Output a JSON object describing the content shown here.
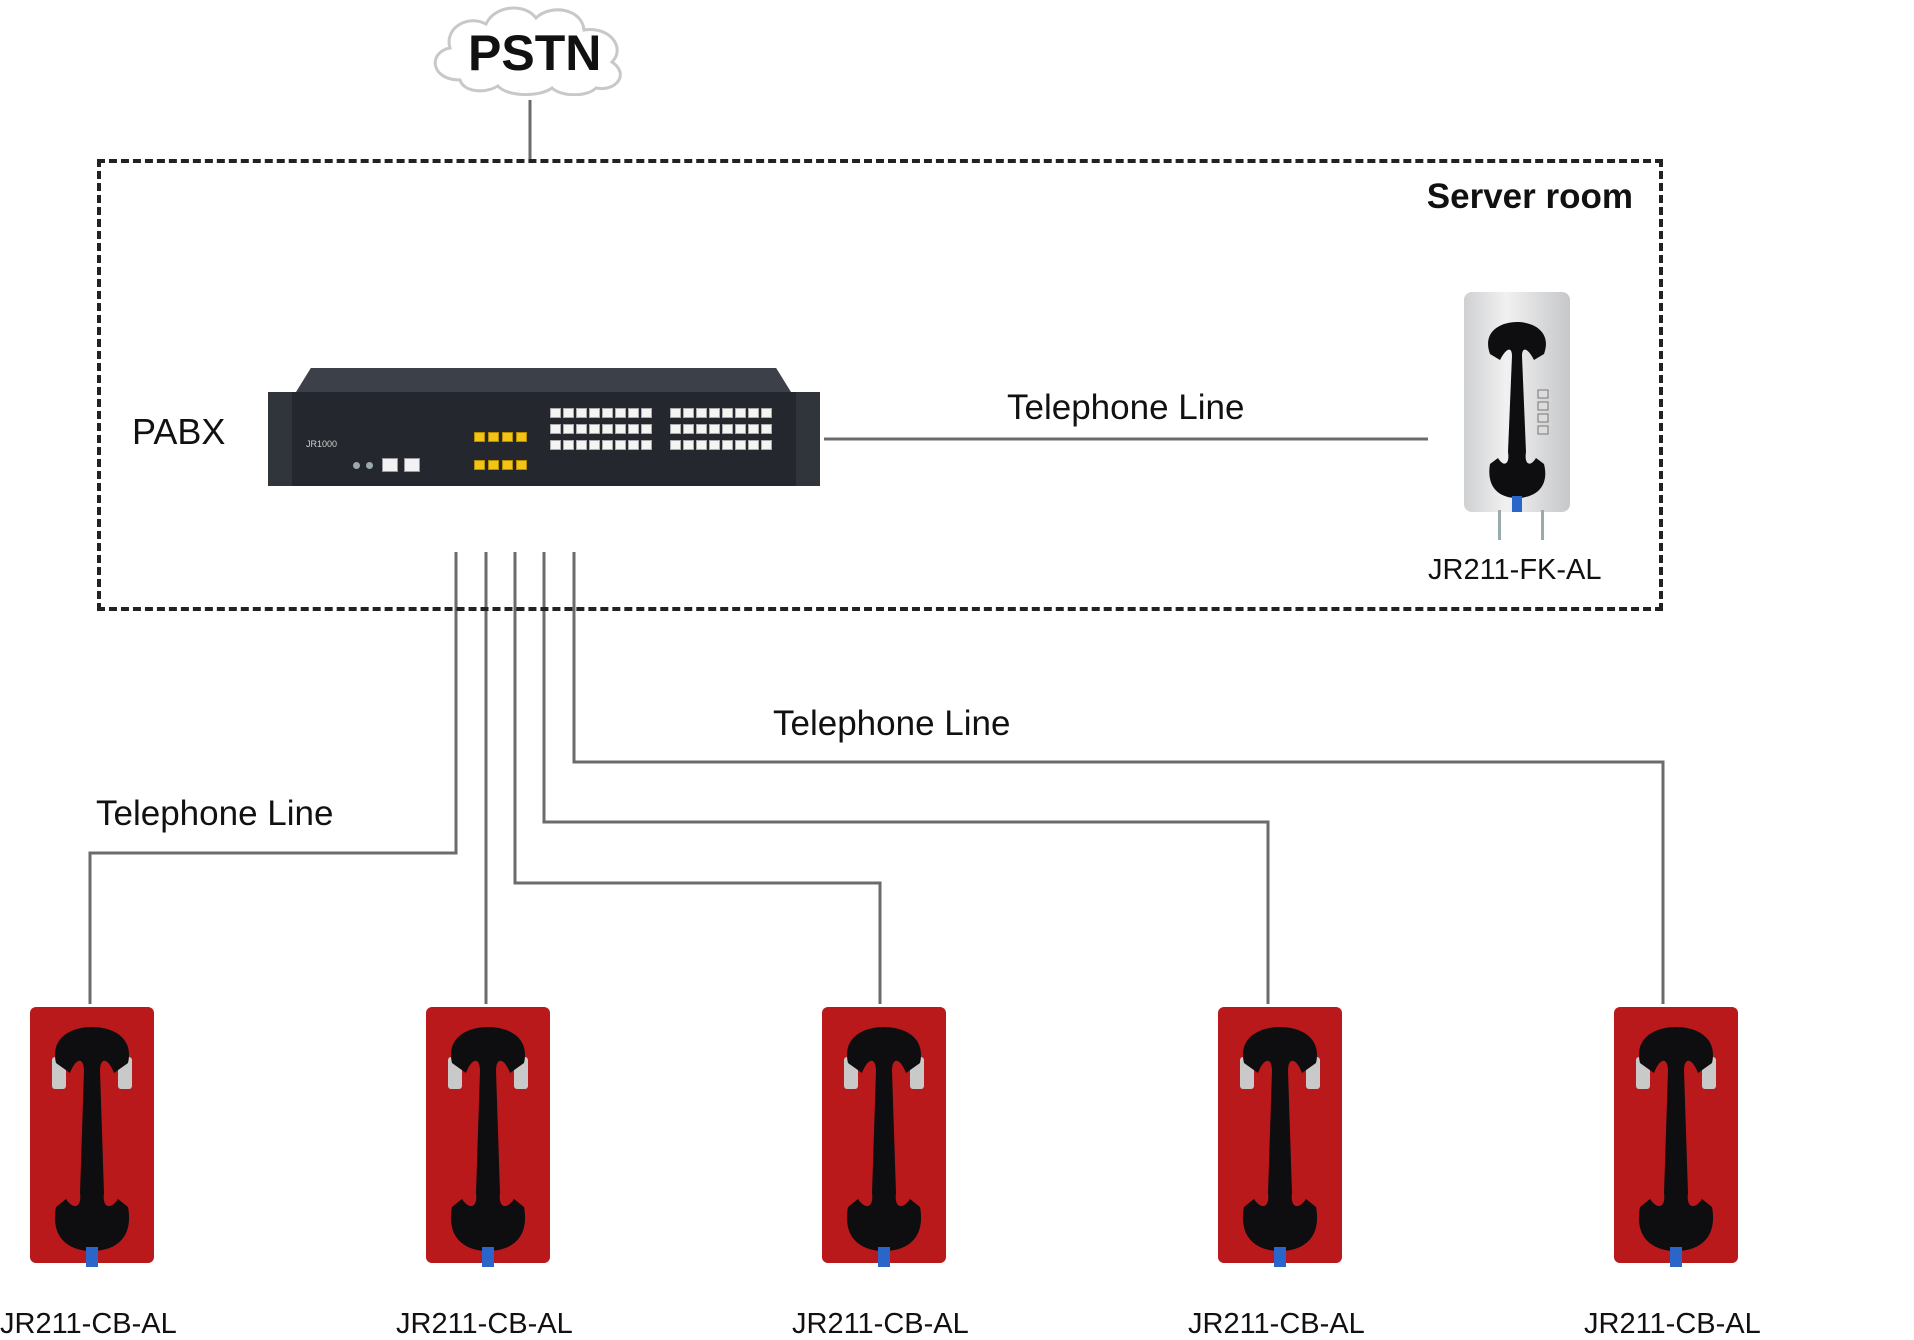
{
  "network": {
    "label": "PSTN"
  },
  "server_room": {
    "title": "Server room",
    "pabx_label": "PABX",
    "pabx_model": "JR1000",
    "link_label": "Telephone Line",
    "server_phone": "JR211-FK-AL"
  },
  "field": {
    "link_label_mid": "Telephone Line",
    "link_label_left": "Telephone Line",
    "phones": [
      "JR211-CB-AL",
      "JR211-CB-AL",
      "JR211-CB-AL",
      "JR211-CB-AL",
      "JR211-CB-AL"
    ]
  },
  "colors": {
    "wire": "#6b6b6b",
    "phone_plate": "#b9191b",
    "handset": "#0e0e10",
    "cord_clip": "#2a66c9",
    "port_highlight": "#f3c316"
  }
}
